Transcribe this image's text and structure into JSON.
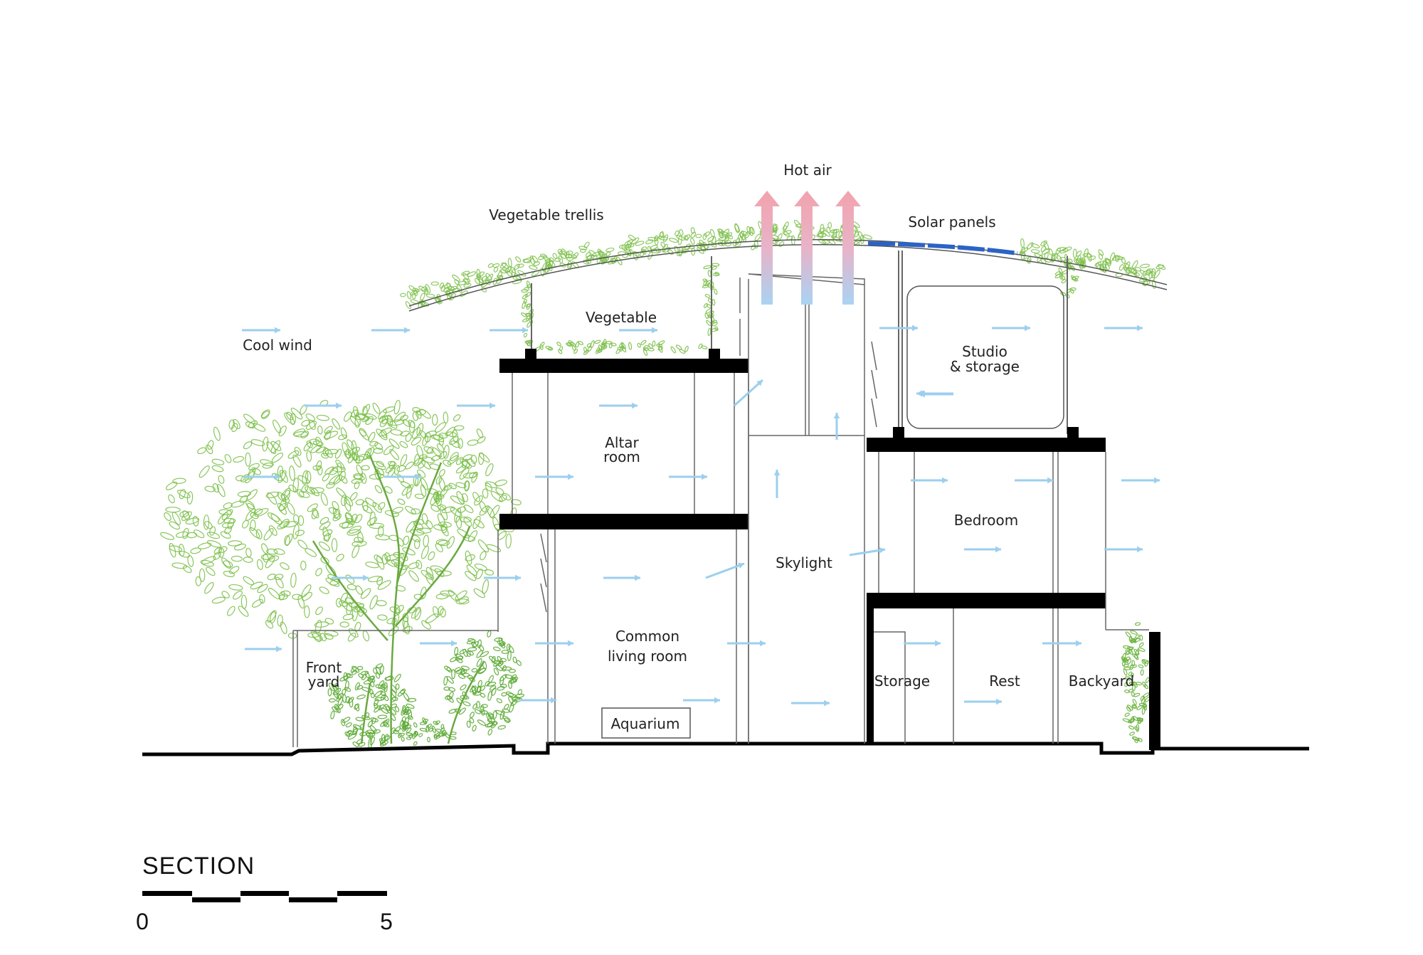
{
  "labels": {
    "hot_air": "Hot air",
    "vegetable_trellis": "Vegetable trellis",
    "solar_panels": "Solar panels",
    "cool_wind": "Cool wind",
    "vegetable": "Vegetable",
    "studio_1": "Studio",
    "studio_2": "& storage",
    "altar_1": "Altar",
    "altar_2": "room",
    "bedroom": "Bedroom",
    "skylight": "Skylight",
    "common_1": "Common",
    "common_2": "living room",
    "front_1": "Front",
    "front_2": "yard",
    "storage": "Storage",
    "rest": "Rest",
    "backyard": "Backyard",
    "aquarium": "Aquarium"
  },
  "title": "SECTION",
  "scale": {
    "start": "0",
    "end": "5"
  },
  "colors": {
    "wind": "#9ccfee",
    "hot_air": "#f0a5ae",
    "foliage": "#7cc04a",
    "solar": "#2b63c6",
    "structure": "#000000",
    "line": "#555555"
  }
}
